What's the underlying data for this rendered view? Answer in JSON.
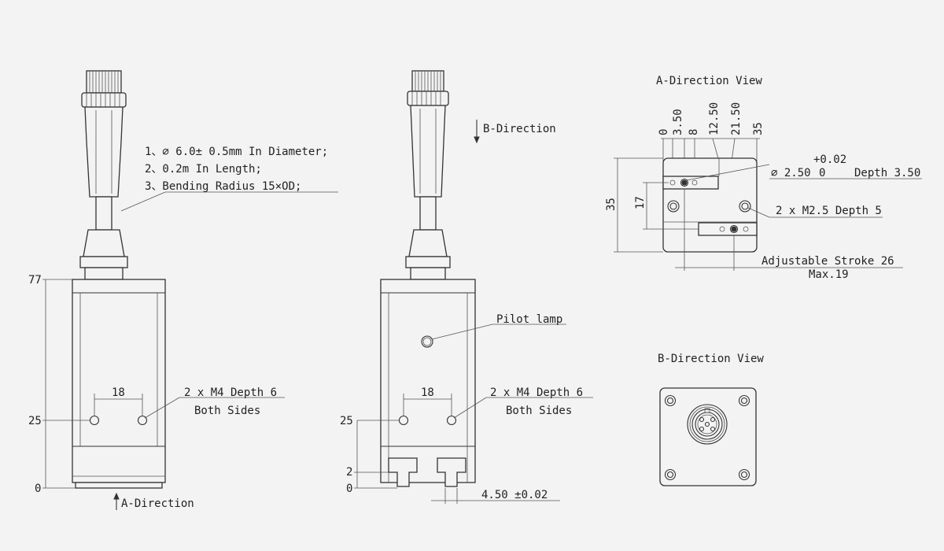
{
  "notes": {
    "cable_line1": "1、∅ 6.0± 0.5mm In Diameter;",
    "cable_line2": "2、0.2m In Length;",
    "cable_line3": "3、Bending Radius 15×OD;"
  },
  "left_view": {
    "dim_top": "77",
    "dim_mid": "25",
    "dim_bottom": "0",
    "hole_spacing": "18",
    "hole_label1": "2 x  M4 Depth 6",
    "hole_label2": "Both Sides",
    "direction_label": "A-Direction"
  },
  "middle_view": {
    "direction_label": "B-Direction",
    "pilot_lamp": "Pilot lamp",
    "hole_spacing": "18",
    "hole_label1": "2 x M4 Depth 6",
    "hole_label2": "Both Sides",
    "dim_mid": "25",
    "dim_2": "2",
    "dim_0": "0",
    "slot_dim": "4.50 ±0.02"
  },
  "a_view": {
    "title": "A-Direction View",
    "top_dims": [
      "0",
      "3.50",
      "8",
      "12.50",
      "21.50",
      "35"
    ],
    "tol_plus": "+0.02",
    "tol_zero": "0",
    "pin_hole": "∅ 2.50",
    "pin_depth": "Depth 3.50",
    "tapped": "2 x M2.5 Depth 5",
    "dim_35": "35",
    "dim_17": "17",
    "stroke": "Adjustable Stroke 26",
    "max": "Max.19"
  },
  "b_view": {
    "title": "B-Direction View"
  }
}
